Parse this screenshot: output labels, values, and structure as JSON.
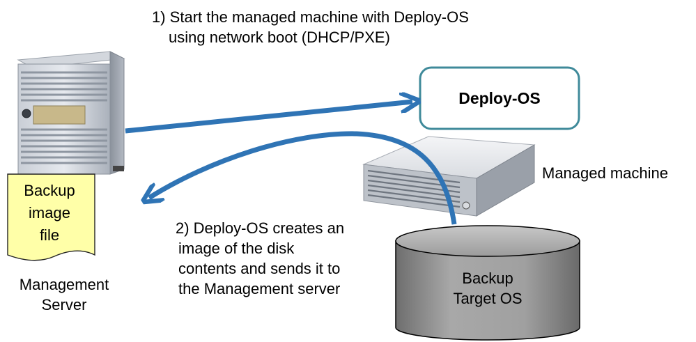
{
  "steps": {
    "step1": {
      "line1": "1) Start the managed machine with Deploy-OS",
      "line2": "using network boot (DHCP/PXE)"
    },
    "step2": {
      "lines": [
        "2) Deploy-OS creates an",
        "image of the disk",
        "contents and sends it to",
        "the Management server"
      ]
    }
  },
  "management_server": {
    "lines": [
      "Management",
      "Server"
    ]
  },
  "backup_file": {
    "lines": [
      "Backup",
      "image",
      "file"
    ]
  },
  "deploy_os": {
    "label": "Deploy-OS"
  },
  "managed_machine": {
    "label": "Managed machine"
  },
  "disk": {
    "lines": [
      "Backup",
      "Target OS"
    ]
  },
  "colors": {
    "arrow": "#2f74b5",
    "box_border": "#3f8a9a",
    "note_fill": "#ffffa8",
    "disk_fill": "#9a9a9a"
  }
}
